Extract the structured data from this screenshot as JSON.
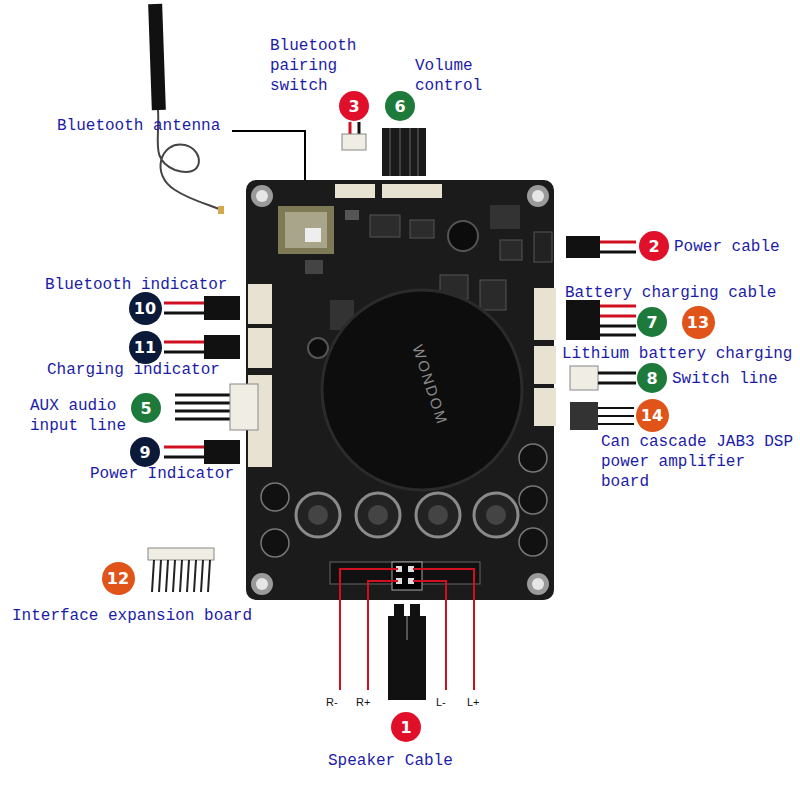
{
  "diagram": {
    "nodes": [
      {
        "text": [
          "3"
        ]
      },
      {
        "text": [
          "6"
        ]
      },
      {
        "text": [
          "2"
        ]
      },
      {
        "text": [
          "10"
        ]
      },
      {
        "text": [
          "7"
        ]
      },
      {
        "text": [
          "13"
        ]
      },
      {
        "text": [
          "11"
        ]
      },
      {
        "text": [
          "8"
        ]
      },
      {
        "text": [
          "5"
        ]
      },
      {
        "text": [
          "9"
        ]
      },
      {
        "text": [
          "14"
        ]
      },
      {
        "text": [
          "12"
        ]
      },
      {
        "text": [
          "1"
        ]
      }
    ],
    "labels": [
      "Bluetooth antenna",
      "Bluetooth pairing switch",
      "Volume control",
      "Power cable",
      "Battery charging cable",
      "Lithium battery charging",
      "Switch line",
      "Can cascade JAB3 DSP power amplifier board",
      "Bluetooth indicator",
      "Charging indicator",
      "AUX audio input line",
      "Power Indicator",
      "Interface expansion board",
      "Speaker Cable",
      "R-",
      "R+",
      "L-",
      "L+",
      "WONDOM"
    ]
  }
}
